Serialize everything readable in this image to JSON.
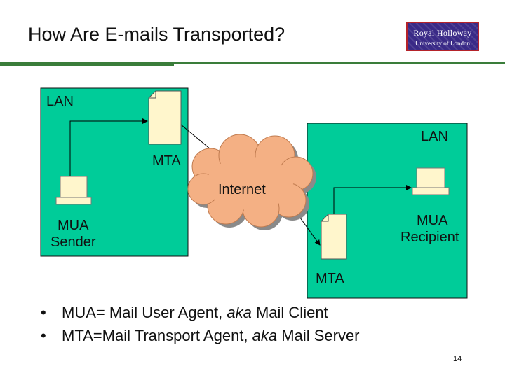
{
  "title": "How Are E-mails Transported?",
  "logo": {
    "line1": "Royal Holloway",
    "line2": "University of London"
  },
  "diagram": {
    "left_lan_label": "LAN",
    "right_lan_label": "LAN",
    "sender_mta_label": "MTA",
    "recipient_mta_label": "MTA",
    "cloud_label": "Internet",
    "sender_label_line1": "MUA",
    "sender_label_line2": "Sender",
    "recipient_label_line1": "MUA",
    "recipient_label_line2": "Recipient"
  },
  "bullets": [
    {
      "marker": "•",
      "before": "MUA= Mail User Agent, ",
      "italic": "aka",
      "after": " Mail Client"
    },
    {
      "marker": "•",
      "before": "MTA=Mail Transport Agent, ",
      "italic": "aka",
      "after": " Mail Server"
    }
  ],
  "page_number": "14",
  "colors": {
    "lan_fill": "#00cc99",
    "cloud_fill": "#f4b084",
    "rule": "#3a7d3a",
    "logo_bg": "#3a2a87"
  }
}
